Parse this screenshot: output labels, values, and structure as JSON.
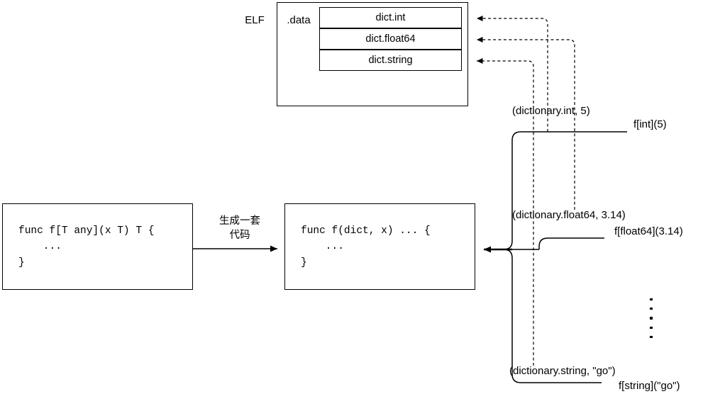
{
  "diagram": {
    "title_elf": "ELF",
    "section_label": ".data",
    "dict_entries": [
      {
        "label": "dict.int"
      },
      {
        "label": "dict.float64"
      },
      {
        "label": "dict.string"
      }
    ],
    "generic_code": {
      "lines": [
        "func f[T any](x T) T {",
        "    ...",
        "}"
      ],
      "text": "func f[T any](x T) T {\n    ...\n}"
    },
    "instantiated_code": {
      "lines": [
        "func f(dict, x) ... {",
        "    ...",
        "}"
      ],
      "text": "func f(dict, x) ... {\n    ...\n}"
    },
    "transform_label": "生成一套\n代码",
    "call_sites": [
      {
        "tuple": "(dictionary.int, 5)",
        "call": "f[int](5)"
      },
      {
        "tuple": "(dictionary.float64, 3.14)",
        "call": "f[float64](3.14)"
      },
      {
        "tuple": "(dictionary.string, \"go\")",
        "call": "f[string](\"go\")"
      }
    ],
    "ellipsis_dots": 5,
    "colors": {
      "stroke": "#000000",
      "background": "#ffffff"
    }
  }
}
